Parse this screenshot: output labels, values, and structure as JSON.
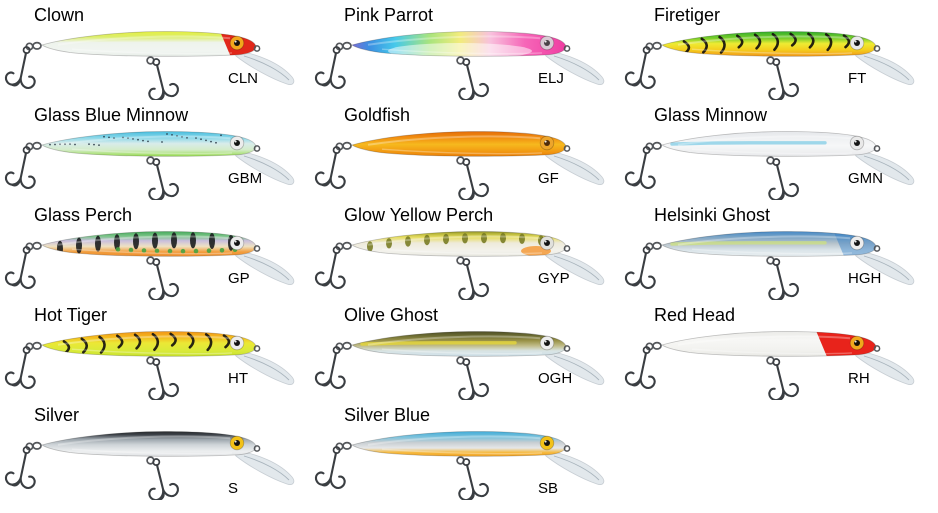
{
  "page": {
    "background": "#ffffff"
  },
  "hardware": {
    "hook": "#3a3e42",
    "ring": "#54575b",
    "lip_fill": "#ccd6de",
    "lip_stroke": "#9aa6b0"
  },
  "lures": [
    {
      "name": "Clown",
      "code": "CLN",
      "paint": {
        "dir": "v",
        "stops": [
          [
            0,
            "#e8f02f"
          ],
          [
            0.28,
            "#dcee6a"
          ],
          [
            0.48,
            "#eef3ec"
          ],
          [
            0.8,
            "#f1f5f1"
          ],
          [
            1,
            "#e6ece7"
          ]
        ],
        "head": {
          "color": "#e1271a",
          "from": 0.81,
          "op": 1
        },
        "eye": {
          "ring": "#f2a71c",
          "pupil": "#17120e"
        }
      }
    },
    {
      "name": "Pink Parrot",
      "code": "ELJ",
      "paint": {
        "dir": "h",
        "stops": [
          [
            0,
            "#7a6fd6"
          ],
          [
            0.08,
            "#3b8fe2"
          ],
          [
            0.2,
            "#46c9ea"
          ],
          [
            0.36,
            "#a9e47d"
          ],
          [
            0.5,
            "#f2ec7c"
          ],
          [
            0.64,
            "#f8c1dd"
          ],
          [
            0.8,
            "#f666b8"
          ],
          [
            1,
            "#ef3aa0"
          ]
        ],
        "sheen": true,
        "eye": {
          "ring": "#d9c9d4",
          "pupil": "#4a4348"
        }
      }
    },
    {
      "name": "Firetiger",
      "code": "FT",
      "paint": {
        "dir": "v",
        "stops": [
          [
            0,
            "#18a12e"
          ],
          [
            0.34,
            "#7ccf2b"
          ],
          [
            0.52,
            "#eeeb33"
          ],
          [
            0.74,
            "#f4cf1d"
          ],
          [
            1,
            "#f1911a"
          ]
        ],
        "stripes": {
          "color": "#13100c",
          "count": 10
        },
        "eye": {
          "ring": "#e9e9e9",
          "pupil": "#141414"
        }
      }
    },
    {
      "name": "Glass Blue Minnow",
      "code": "GBM",
      "paint": {
        "dir": "v",
        "stops": [
          [
            0,
            "#2fb3da"
          ],
          [
            0.3,
            "#86d6e8"
          ],
          [
            0.52,
            "#d9ecea"
          ],
          [
            0.74,
            "#d4ecca"
          ],
          [
            1,
            "#93da45"
          ]
        ],
        "speckles": {
          "color": "#233140"
        },
        "eye": {
          "ring": "#ececec",
          "pupil": "#141414"
        }
      }
    },
    {
      "name": "Goldfish",
      "code": "GF",
      "paint": {
        "dir": "v",
        "stops": [
          [
            0,
            "#dd5f07"
          ],
          [
            0.3,
            "#f18d10"
          ],
          [
            0.55,
            "#f6b91e"
          ],
          [
            0.8,
            "#f29a12"
          ],
          [
            1,
            "#e97c09"
          ]
        ],
        "eye": {
          "ring": "#eda52b",
          "pupil": "#4f2c0a"
        }
      }
    },
    {
      "name": "Glass Minnow",
      "code": "GMN",
      "paint": {
        "dir": "v",
        "stops": [
          [
            0,
            "#e2e4e8"
          ],
          [
            0.35,
            "#eff1f3"
          ],
          [
            0.6,
            "#f6f7f8"
          ],
          [
            1,
            "#e8e9eb"
          ]
        ],
        "streak": {
          "color": "#8ed1e8",
          "op": 0.85
        },
        "eye": {
          "ring": "#e9e9e9",
          "pupil": "#161616"
        }
      }
    },
    {
      "name": "Glass Perch",
      "code": "GP",
      "paint": {
        "dir": "v",
        "stops": [
          [
            0,
            "#2b9c44"
          ],
          [
            0.26,
            "#7cc489"
          ],
          [
            0.42,
            "#c9bedd"
          ],
          [
            0.62,
            "#eee2c3"
          ],
          [
            0.82,
            "#f29d3c"
          ],
          [
            1,
            "#ed8c2d"
          ]
        ],
        "bars": {
          "color": "#16181a",
          "ry": 8
        },
        "dots": {
          "color": "#47a341"
        },
        "eye": {
          "ring": "#ececec",
          "pupil": "#141414"
        }
      }
    },
    {
      "name": "Glow Yellow Perch",
      "code": "GYP",
      "paint": {
        "dir": "v",
        "stops": [
          [
            0,
            "#55561c"
          ],
          [
            0.16,
            "#b5b437"
          ],
          [
            0.3,
            "#e7de63"
          ],
          [
            0.5,
            "#eeeadb"
          ],
          [
            0.78,
            "#f3f2ec"
          ],
          [
            1,
            "#e9e9e1"
          ]
        ],
        "bars": {
          "color": "#767a21",
          "ry": 5.2
        },
        "throat": {
          "color": "#f59a3a"
        },
        "eye": {
          "ring": "#e1e1dc",
          "pupil": "#141414"
        }
      }
    },
    {
      "name": "Helsinki Ghost",
      "code": "HGH",
      "paint": {
        "dir": "v",
        "stops": [
          [
            0,
            "#2e7dc6"
          ],
          [
            0.3,
            "#7ea6c6"
          ],
          [
            0.52,
            "#b7c3cb"
          ],
          [
            0.76,
            "#dbe5ea"
          ],
          [
            1,
            "#e9eff1"
          ]
        ],
        "streak": {
          "color": "#cfe27f",
          "op": 0.75
        },
        "head": {
          "color": "#2e7dc6",
          "from": 0.78,
          "op": 0.45
        },
        "eye": {
          "ring": "#ededed",
          "pupil": "#141414"
        }
      }
    },
    {
      "name": "Hot Tiger",
      "code": "HT",
      "paint": {
        "dir": "v",
        "stops": [
          [
            0,
            "#ef8617"
          ],
          [
            0.3,
            "#f4bb1e"
          ],
          [
            0.5,
            "#ebe836"
          ],
          [
            0.78,
            "#d9ea39"
          ],
          [
            1,
            "#c6e02c"
          ]
        ],
        "stripes": {
          "color": "#17130e",
          "count": 10
        },
        "eye": {
          "ring": "#ededed",
          "pupil": "#141414"
        }
      }
    },
    {
      "name": "Olive Ghost",
      "code": "OGH",
      "paint": {
        "dir": "v",
        "stops": [
          [
            0,
            "#3c3c1f"
          ],
          [
            0.24,
            "#6c6c33"
          ],
          [
            0.42,
            "#9a9348"
          ],
          [
            0.6,
            "#c1bd8a"
          ],
          [
            0.78,
            "#d9e4e4"
          ],
          [
            1,
            "#cfe1ea"
          ]
        ],
        "streak": {
          "color": "#e3d53e",
          "op": 0.85
        },
        "eye": {
          "ring": "#ededed",
          "pupil": "#141414"
        }
      }
    },
    {
      "name": "Red Head",
      "code": "RH",
      "paint": {
        "dir": "v",
        "stops": [
          [
            0,
            "#e7e7e4"
          ],
          [
            0.4,
            "#f7f7f5"
          ],
          [
            0.75,
            "#f2f2ef"
          ],
          [
            1,
            "#e8e8e4"
          ]
        ],
        "head": {
          "color": "#e8231b",
          "from": 0.7,
          "op": 1
        },
        "eye": {
          "ring": "#f0a81c",
          "pupil": "#161005"
        }
      }
    },
    {
      "name": "Silver",
      "code": "S",
      "paint": {
        "dir": "v",
        "stops": [
          [
            0,
            "#191919"
          ],
          [
            0.2,
            "#3c4147"
          ],
          [
            0.36,
            "#9aa3aa"
          ],
          [
            0.56,
            "#ced4d8"
          ],
          [
            0.8,
            "#edeff0"
          ],
          [
            1,
            "#e1e3e5"
          ]
        ],
        "eye": {
          "ring": "#f2c117",
          "pupil": "#121212"
        }
      }
    },
    {
      "name": "Silver Blue",
      "code": "SB",
      "paint": {
        "dir": "v",
        "stops": [
          [
            0,
            "#27a3d6"
          ],
          [
            0.3,
            "#7fc3dc"
          ],
          [
            0.48,
            "#c7cdd1"
          ],
          [
            0.68,
            "#e5e7e9"
          ],
          [
            0.84,
            "#f6b93c"
          ],
          [
            1,
            "#f0a026"
          ]
        ],
        "eye": {
          "ring": "#f2c117",
          "pupil": "#121212"
        }
      }
    }
  ]
}
